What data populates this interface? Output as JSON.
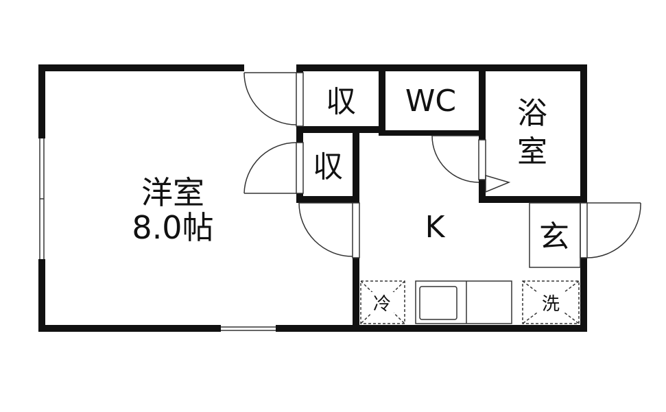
{
  "rooms": {
    "western_room": {
      "name": "洋室",
      "size": "8.0帖"
    },
    "storage_top": "収",
    "storage_bottom": "収",
    "toilet": "WC",
    "bath_line1": "浴",
    "bath_line2": "室",
    "kitchen": "K",
    "entrance": "玄"
  },
  "fixtures": {
    "refrigerator": "冷",
    "washer": "洗"
  },
  "colors": {
    "wall": "#111111",
    "background": "#ffffff",
    "thin_line": "#333333"
  }
}
